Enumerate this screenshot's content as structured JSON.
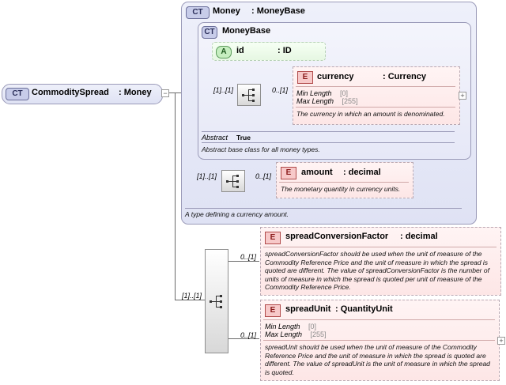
{
  "root": {
    "tag": "CT",
    "name": "CommoditySpread",
    "type": ": Money"
  },
  "money": {
    "tag": "CT",
    "name": "Money",
    "type": ": MoneyBase",
    "description": "A type defining a currency amount."
  },
  "money_base": {
    "tag": "CT",
    "name": "MoneyBase",
    "abstract_label": "Abstract",
    "abstract_value": "True",
    "description": "Abstract base class for all money types."
  },
  "id_attr": {
    "tag": "A",
    "name": "id",
    "type": ": ID"
  },
  "currency": {
    "tag": "E",
    "name": "currency",
    "type": ": Currency",
    "facets": [
      {
        "label": "Min Length",
        "value": "[0]"
      },
      {
        "label": "Max Length",
        "value": "[255]"
      }
    ],
    "description": "The currency in which an amount is denominated.",
    "card_in": "[1]..[1]",
    "card_out": "0..[1]"
  },
  "amount": {
    "tag": "E",
    "name": "amount",
    "type": ": decimal",
    "description": "The monetary quantity in currency units.",
    "card_in": "[1]..[1]",
    "card_out": "0..[1]"
  },
  "spread_factor": {
    "tag": "E",
    "name": "spreadConversionFactor",
    "type": ": decimal",
    "description": "spreadConversionFactor should be used when the unit of measure of the Commodity Reference Price and the unit of measure in which the spread is quoted are different. The value of spreadConversionFactor is the number of units of measure in which the spread is quoted per unit of measure of the Commodity Reference Price.",
    "card_out": "0..[1]"
  },
  "spread_unit": {
    "tag": "E",
    "name": "spreadUnit",
    "type": ": QuantityUnit",
    "facets": [
      {
        "label": "Min Length",
        "value": "[0]"
      },
      {
        "label": "Max Length",
        "value": "[255]"
      }
    ],
    "description": "spreadUnit should be used when the unit of measure of the Commodity Reference Price and the unit of measure in which the spread is quoted are different. The value of spreadUnit is the unit of measure in which the spread is quoted.",
    "card_out": "0..[1]"
  },
  "root_seq": {
    "card_in": "[1]..[1]"
  },
  "colors": {
    "ct_fill": "#dfe2f4",
    "element_fill": "#fde6e6",
    "attribute_fill": "#e6f7e2"
  }
}
